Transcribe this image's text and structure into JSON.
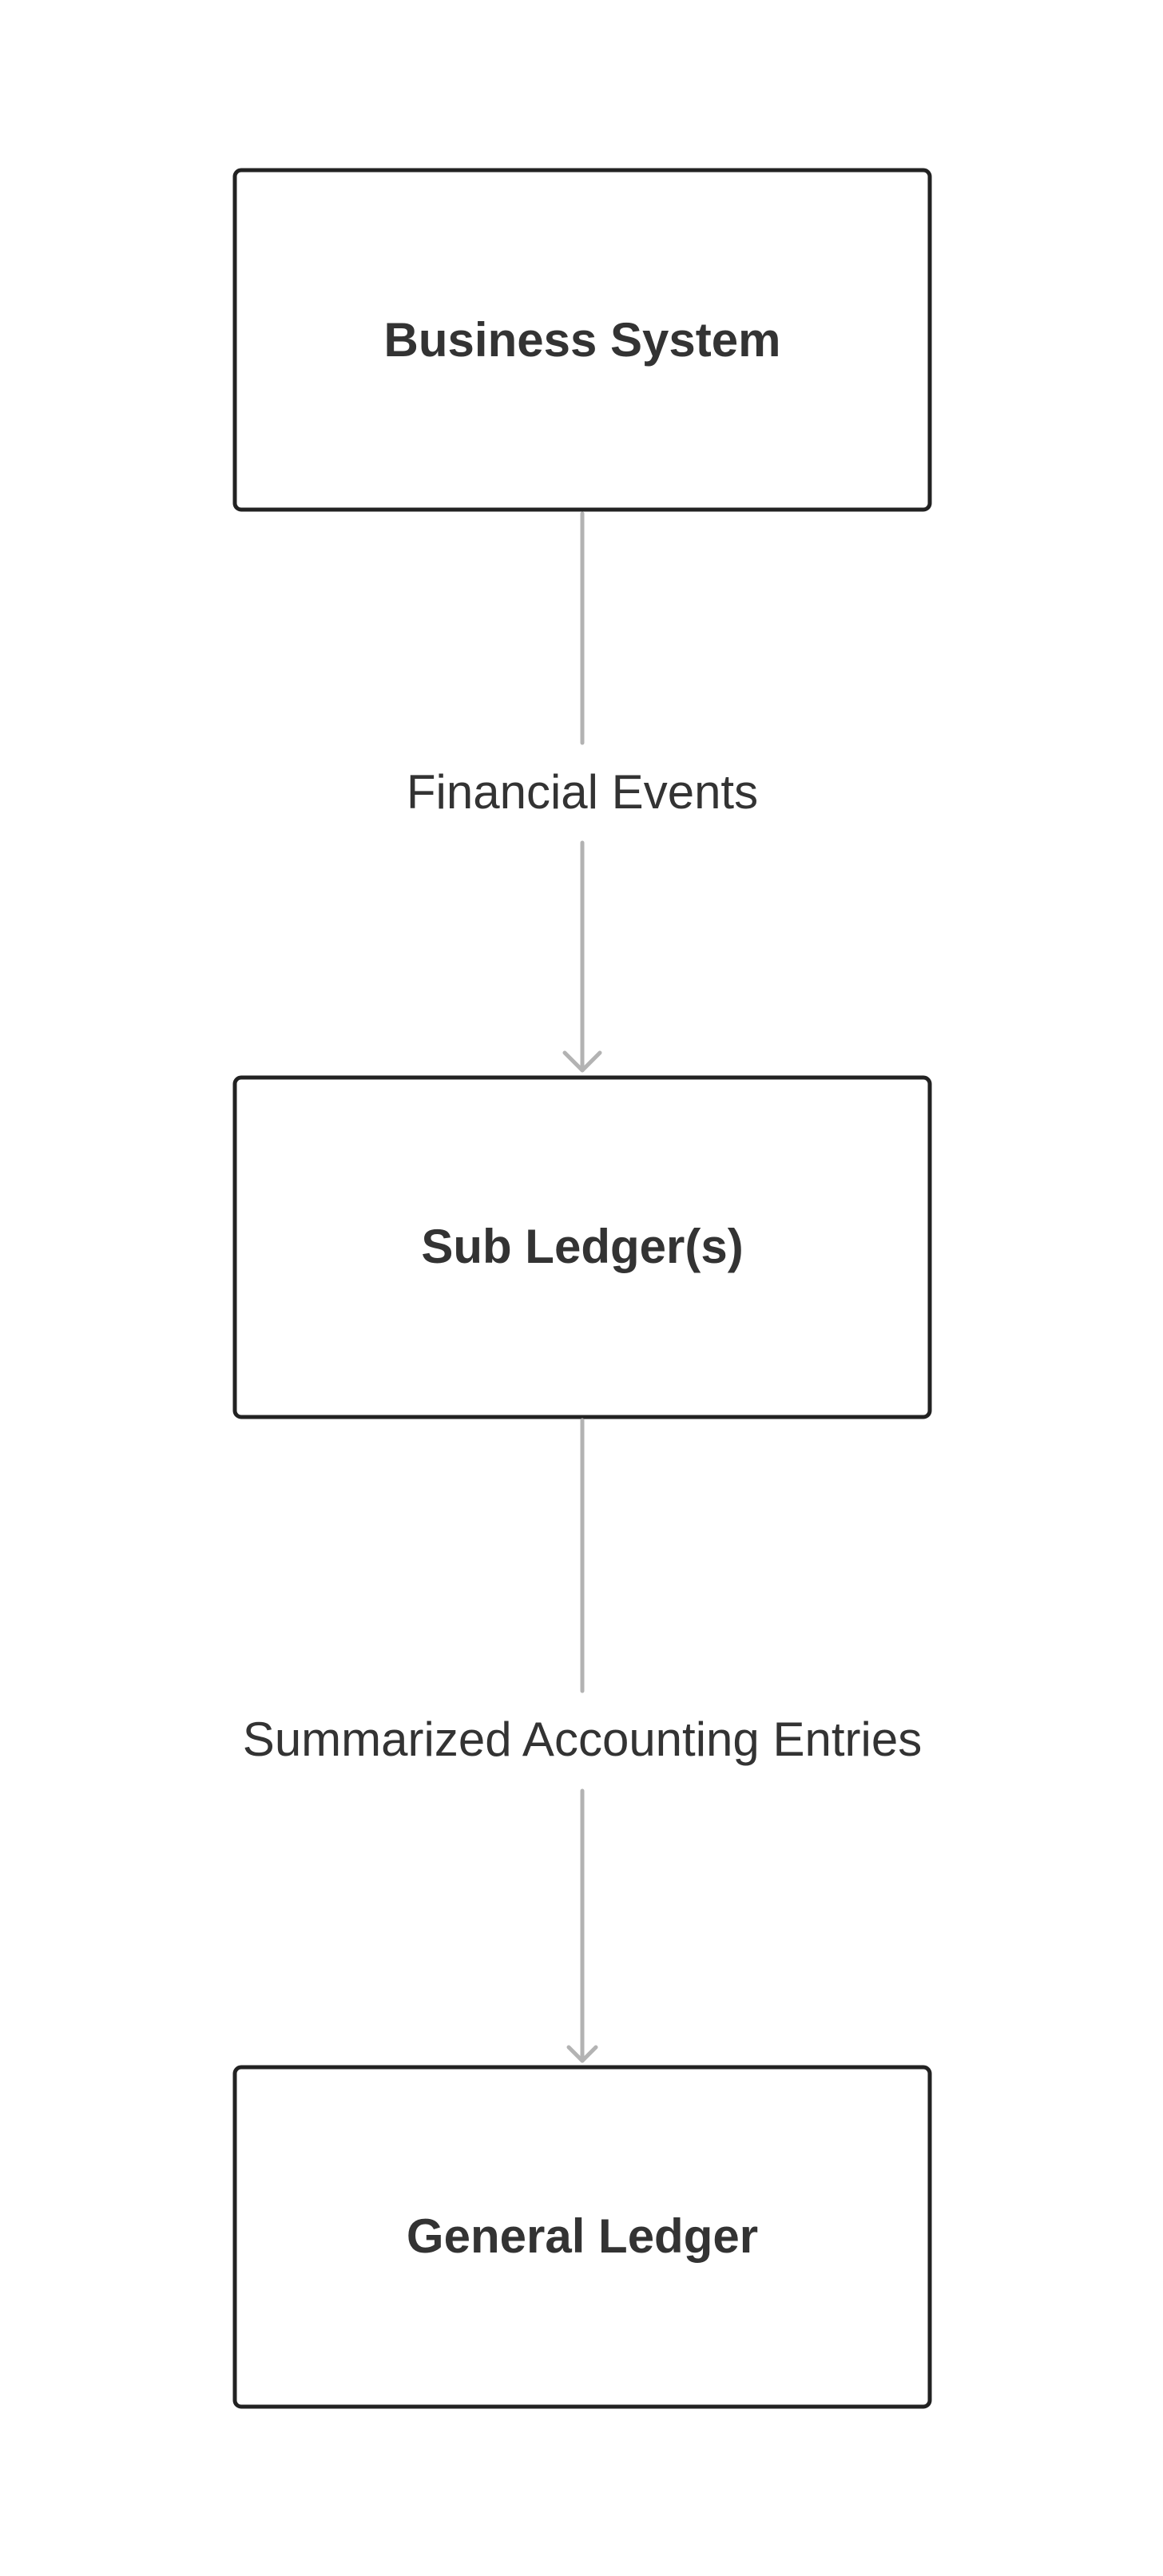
{
  "diagram": {
    "nodes": [
      {
        "id": "business_system",
        "label": "Business System"
      },
      {
        "id": "sub_ledgers",
        "label": "Sub Ledger(s)"
      },
      {
        "id": "general_ledger",
        "label": "General Ledger"
      }
    ],
    "edges": [
      {
        "from": "business_system",
        "to": "sub_ledgers",
        "label": "Financial Events"
      },
      {
        "from": "sub_ledgers",
        "to": "general_ledger",
        "label": "Summarized Accounting Entries"
      }
    ],
    "colors": {
      "node_border": "#222222",
      "node_text": "#333333",
      "edge_line": "#b3b3b3",
      "edge_text": "#333333",
      "background": "#ffffff"
    }
  }
}
